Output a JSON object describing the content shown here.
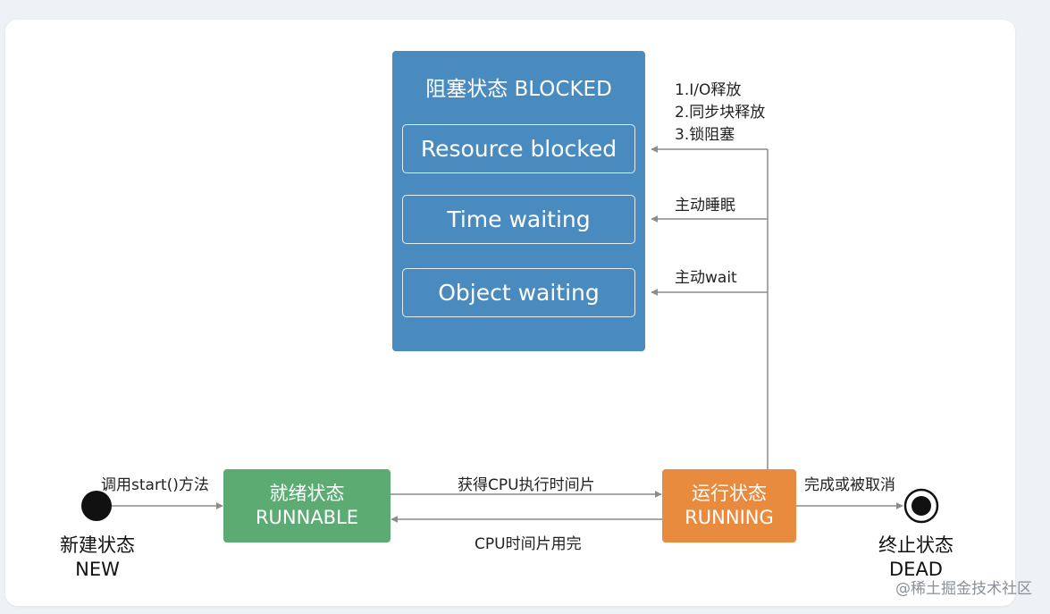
{
  "blocked": {
    "title": "阻塞状态 BLOCKED",
    "items": [
      "Resource blocked",
      "Time waiting",
      "Object waiting"
    ]
  },
  "states": {
    "new_cn": "新建状态",
    "new_en": "NEW",
    "runnable_cn": "就绪状态",
    "runnable_en": "RUNNABLE",
    "running_cn": "运行状态",
    "running_en": "RUNNING",
    "dead_cn": "终止状态",
    "dead_en": "DEAD"
  },
  "transitions": {
    "start": "调用start()方法",
    "get_cpu": "获得CPU执行时间片",
    "cpu_used": "CPU时间片用完",
    "finish": "完成或被取消",
    "release_1": "1.I/O释放",
    "release_2": "2.同步块释放",
    "release_3": "3.锁阻塞",
    "sleep": "主动睡眠",
    "wait": "主动wait"
  },
  "colors": {
    "blocked": "#4a8bbf",
    "runnable": "#5bab73",
    "running": "#e98b3f",
    "arrow": "#8c8c8c"
  },
  "watermark": "@稀土掘金技术社区"
}
